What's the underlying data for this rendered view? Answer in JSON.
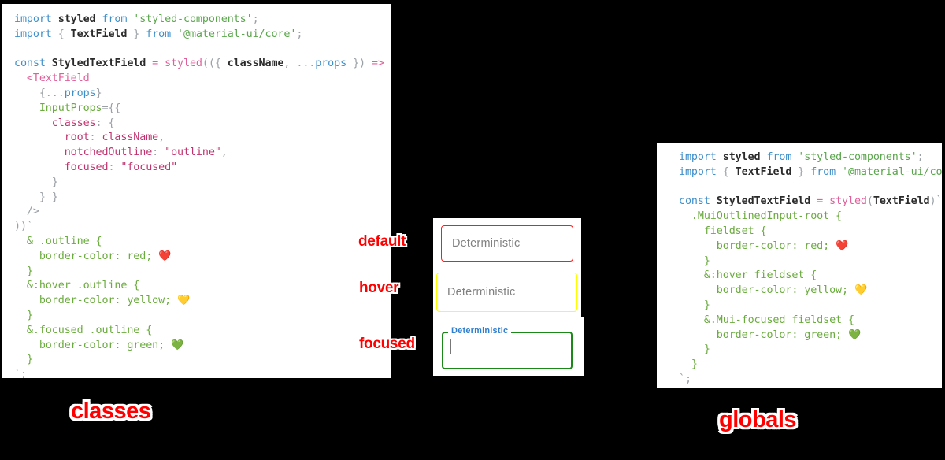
{
  "background_color": "#000000",
  "colors": {
    "accent_red": "#ff0000",
    "keyword": "#3e8fca",
    "string": "#5aa64c",
    "property": "#c0336e",
    "selector": "#6aab3d",
    "operator": "#e0609b",
    "punctuation": "#9aa0a6",
    "identifier": "#2b2b2b",
    "field_default_border": "#ff1a1a",
    "field_hover_border": "#ffff00",
    "field_focused_border": "#1a8917",
    "field_label": "#2f7fd0",
    "placeholder_text": "#808080"
  },
  "left_code_panel": {
    "title": "classes",
    "lines": [
      [
        {
          "t": "import ",
          "c": "t-kw"
        },
        {
          "t": "styled",
          "c": "t-id"
        },
        {
          "t": " from ",
          "c": "t-kw"
        },
        {
          "t": "'styled-components'",
          "c": "t-str"
        },
        {
          "t": ";",
          "c": "t-punc"
        }
      ],
      [
        {
          "t": "import ",
          "c": "t-kw"
        },
        {
          "t": "{ ",
          "c": "t-punc"
        },
        {
          "t": "TextField",
          "c": "t-id"
        },
        {
          "t": " } ",
          "c": "t-punc"
        },
        {
          "t": "from ",
          "c": "t-kw"
        },
        {
          "t": "'@material-ui/core'",
          "c": "t-str"
        },
        {
          "t": ";",
          "c": "t-punc"
        }
      ],
      [
        {
          "t": "",
          "c": "t-plain"
        }
      ],
      [
        {
          "t": "const ",
          "c": "t-kw"
        },
        {
          "t": "StyledTextField",
          "c": "t-id"
        },
        {
          "t": " = ",
          "c": "t-op"
        },
        {
          "t": "styled",
          "c": "t-fn"
        },
        {
          "t": "(({ ",
          "c": "t-punc"
        },
        {
          "t": "className",
          "c": "t-id"
        },
        {
          "t": ", ",
          "c": "t-punc"
        },
        {
          "t": "...",
          "c": "t-punc"
        },
        {
          "t": "props",
          "c": "t-var"
        },
        {
          "t": " }) ",
          "c": "t-punc"
        },
        {
          "t": "=> ",
          "c": "t-op"
        },
        {
          "t": "(",
          "c": "t-punc"
        }
      ],
      [
        {
          "t": "  <TextField",
          "c": "t-tag"
        }
      ],
      [
        {
          "t": "    {...",
          "c": "t-punc"
        },
        {
          "t": "props",
          "c": "t-var"
        },
        {
          "t": "}",
          "c": "t-punc"
        }
      ],
      [
        {
          "t": "    InputProps",
          "c": "t-sel"
        },
        {
          "t": "={{",
          "c": "t-punc"
        }
      ],
      [
        {
          "t": "      classes",
          "c": "t-prop"
        },
        {
          "t": ": {",
          "c": "t-punc"
        }
      ],
      [
        {
          "t": "        root",
          "c": "t-prop"
        },
        {
          "t": ": ",
          "c": "t-punc"
        },
        {
          "t": "className",
          "c": "t-prop"
        },
        {
          "t": ",",
          "c": "t-punc"
        }
      ],
      [
        {
          "t": "        notchedOutline",
          "c": "t-prop"
        },
        {
          "t": ": ",
          "c": "t-punc"
        },
        {
          "t": "\"outline\"",
          "c": "t-prop"
        },
        {
          "t": ",",
          "c": "t-punc"
        }
      ],
      [
        {
          "t": "        focused",
          "c": "t-prop"
        },
        {
          "t": ": ",
          "c": "t-punc"
        },
        {
          "t": "\"focused\"",
          "c": "t-prop"
        }
      ],
      [
        {
          "t": "      }",
          "c": "t-punc"
        }
      ],
      [
        {
          "t": "    } }",
          "c": "t-punc"
        }
      ],
      [
        {
          "t": "  />",
          "c": "t-punc"
        }
      ],
      [
        {
          "t": "))`",
          "c": "t-punc"
        }
      ],
      [
        {
          "t": "  & .outline {",
          "c": "t-sel"
        }
      ],
      [
        {
          "t": "    border-color: red; ",
          "c": "t-sel"
        },
        {
          "t": "❤️",
          "c": "emoji"
        }
      ],
      [
        {
          "t": "  }",
          "c": "t-sel"
        }
      ],
      [
        {
          "t": "  &:hover .outline {",
          "c": "t-sel"
        }
      ],
      [
        {
          "t": "    border-color: yellow; ",
          "c": "t-sel"
        },
        {
          "t": "💛",
          "c": "emoji"
        }
      ],
      [
        {
          "t": "  }",
          "c": "t-sel"
        }
      ],
      [
        {
          "t": "  &.focused .outline {",
          "c": "t-sel"
        }
      ],
      [
        {
          "t": "    border-color: green; ",
          "c": "t-sel"
        },
        {
          "t": "💚",
          "c": "emoji"
        }
      ],
      [
        {
          "t": "  }",
          "c": "t-sel"
        }
      ],
      [
        {
          "t": "`;",
          "c": "t-punc"
        }
      ]
    ]
  },
  "right_code_panel": {
    "title": "globals",
    "lines": [
      [
        {
          "t": "import ",
          "c": "t-kw"
        },
        {
          "t": "styled",
          "c": "t-id"
        },
        {
          "t": " from ",
          "c": "t-kw"
        },
        {
          "t": "'styled-components'",
          "c": "t-str"
        },
        {
          "t": ";",
          "c": "t-punc"
        }
      ],
      [
        {
          "t": "import ",
          "c": "t-kw"
        },
        {
          "t": "{ ",
          "c": "t-punc"
        },
        {
          "t": "TextField",
          "c": "t-id"
        },
        {
          "t": " } ",
          "c": "t-punc"
        },
        {
          "t": "from ",
          "c": "t-kw"
        },
        {
          "t": "'@material-ui/core'",
          "c": "t-str"
        },
        {
          "t": ";",
          "c": "t-punc"
        }
      ],
      [
        {
          "t": "",
          "c": "t-plain"
        }
      ],
      [
        {
          "t": "const ",
          "c": "t-kw"
        },
        {
          "t": "StyledTextField",
          "c": "t-id"
        },
        {
          "t": " = ",
          "c": "t-op"
        },
        {
          "t": "styled",
          "c": "t-fn"
        },
        {
          "t": "(",
          "c": "t-punc"
        },
        {
          "t": "TextField",
          "c": "t-id"
        },
        {
          "t": ")`",
          "c": "t-punc"
        }
      ],
      [
        {
          "t": "  .MuiOutlinedInput-root {",
          "c": "t-sel"
        }
      ],
      [
        {
          "t": "    fieldset {",
          "c": "t-sel"
        }
      ],
      [
        {
          "t": "      border-color: red; ",
          "c": "t-sel"
        },
        {
          "t": "❤️",
          "c": "emoji"
        }
      ],
      [
        {
          "t": "    }",
          "c": "t-sel"
        }
      ],
      [
        {
          "t": "    &:hover fieldset {",
          "c": "t-sel"
        }
      ],
      [
        {
          "t": "      border-color: yellow; ",
          "c": "t-sel"
        },
        {
          "t": "💛",
          "c": "emoji"
        }
      ],
      [
        {
          "t": "    }",
          "c": "t-sel"
        }
      ],
      [
        {
          "t": "    &.Mui-focused fieldset {",
          "c": "t-sel"
        }
      ],
      [
        {
          "t": "      border-color: green; ",
          "c": "t-sel"
        },
        {
          "t": "💚",
          "c": "emoji"
        }
      ],
      [
        {
          "t": "    }",
          "c": "t-sel"
        }
      ],
      [
        {
          "t": "  }",
          "c": "t-sel"
        }
      ],
      [
        {
          "t": "`;",
          "c": "t-punc"
        }
      ]
    ]
  },
  "demo": {
    "states": [
      {
        "annotation": "default",
        "value": "Deterministic",
        "label": "",
        "border_color": "#ff1a1a"
      },
      {
        "annotation": "hover",
        "value": "Deterministic",
        "label": "",
        "border_color": "#ffff00"
      },
      {
        "annotation": "focused",
        "value": "",
        "label": "Deterministic",
        "border_color": "#1a8917"
      }
    ]
  }
}
